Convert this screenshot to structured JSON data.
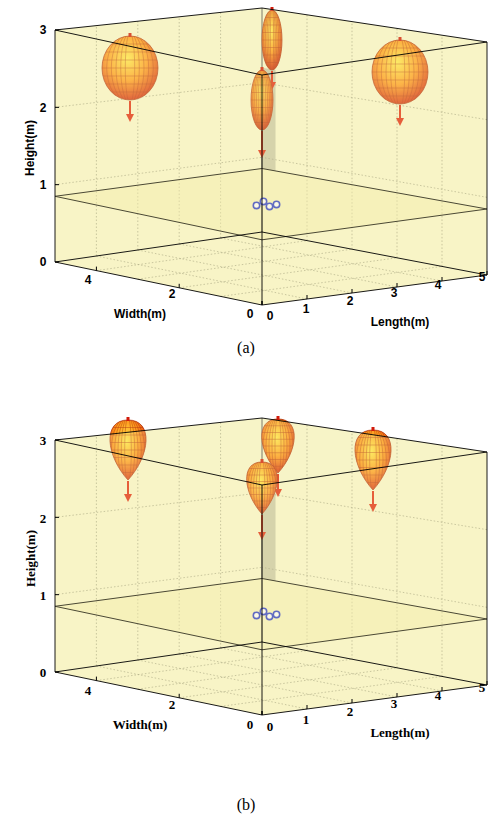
{
  "diagram": {
    "labels": [
      "Height(m)",
      "3",
      "2",
      "1",
      "0",
      "4",
      "2",
      "0",
      "Width(m)",
      "0",
      "1",
      "2",
      "3",
      "4",
      "5",
      "Length(m)",
      "(a)",
      "Height(m)",
      "3",
      "2",
      "1",
      "0",
      "4",
      "2",
      "0",
      "Width(m)",
      "0",
      "1",
      "2",
      "3",
      "4",
      "5",
      "Length(m)",
      "(b)"
    ]
  }
}
